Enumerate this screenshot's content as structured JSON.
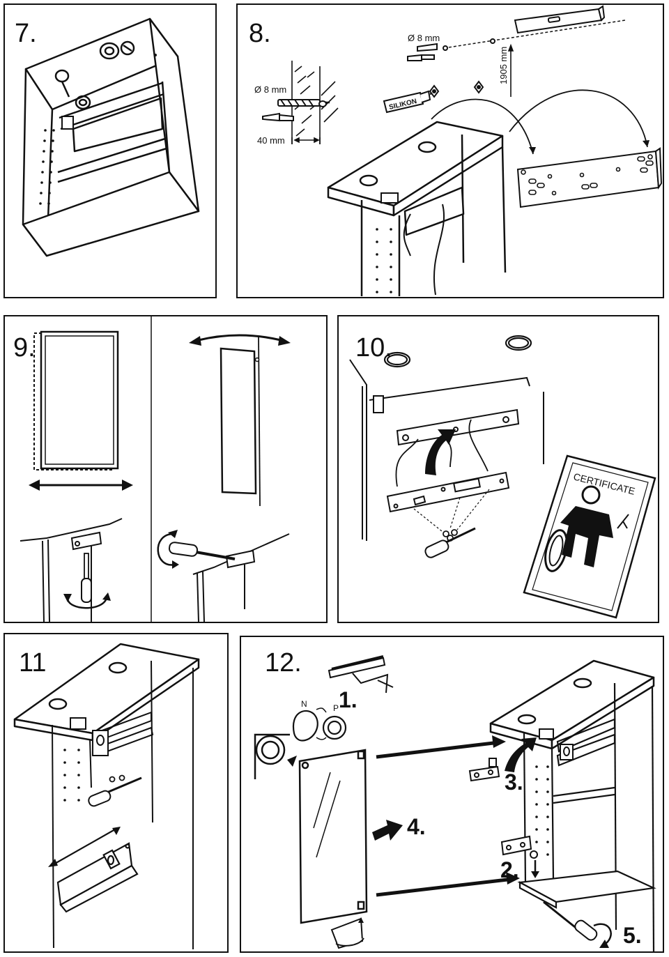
{
  "steps": {
    "s7": "7.",
    "s8": "8.",
    "s9": "9.",
    "s10": "10.",
    "s11": "11",
    "s12": "12."
  },
  "labels": {
    "drill_diameter_wall": "Ø 8 mm",
    "drill_diameter_top": "Ø 8 mm",
    "drill_depth": "40 mm",
    "mount_height": "1905 mm",
    "silikon": "SILIKON",
    "certificate": "CERTIFICATE",
    "hinge_n": "N",
    "hinge_p": "P"
  },
  "substeps": {
    "one": "1.",
    "two": "2.",
    "three": "3.",
    "four": "4.",
    "five": "5."
  }
}
